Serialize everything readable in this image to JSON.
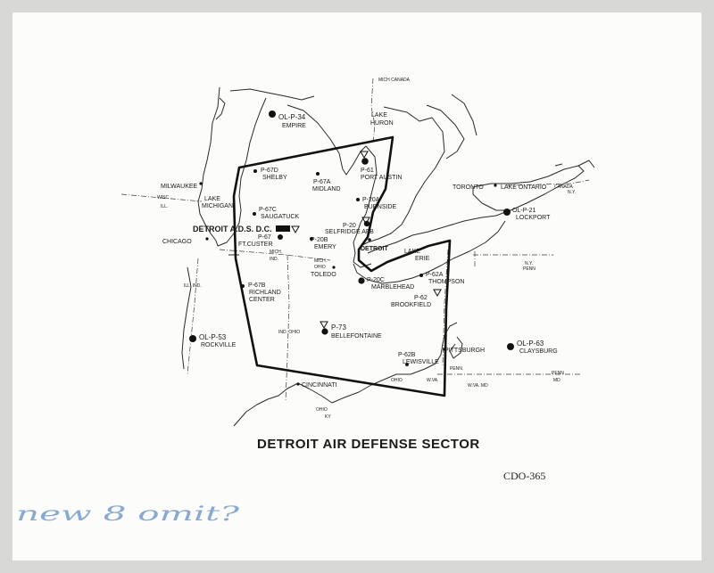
{
  "title": "DETROIT AIR DEFENSE SECTOR",
  "catalog_code": "CDO-365",
  "handwritten_note": "new 8 omit?",
  "sector_hq": "DETROIT A.D.S. D.C.",
  "sites": [
    {
      "id": "ol-p-34",
      "label": "OL-P-34",
      "sublabel": "EMPIRE"
    },
    {
      "id": "p-67d",
      "label": "P-67D",
      "sublabel": "SHELBY"
    },
    {
      "id": "p-67a",
      "label": "P-67A",
      "sublabel": "MIDLAND"
    },
    {
      "id": "p-61",
      "label": "P-61",
      "sublabel": "PORT AUSTIN"
    },
    {
      "id": "p-20a",
      "label": "P-20A",
      "sublabel": "BURNSIDE"
    },
    {
      "id": "p-67c",
      "label": "P-67C",
      "sublabel": "SAUGATUCK"
    },
    {
      "id": "p-67",
      "label": "P-67",
      "sublabel": "FT.CUSTER"
    },
    {
      "id": "p-20",
      "label": "P-20",
      "sublabel": "SELFRIDGE AFB"
    },
    {
      "id": "p-20b",
      "label": "P-20B",
      "sublabel": "EMERY"
    },
    {
      "id": "ol-p-21",
      "label": "OL-P-21",
      "sublabel": "LOCKPORT"
    },
    {
      "id": "p-67b",
      "label": "P-67B",
      "sublabel": "RICHLAND CENTER"
    },
    {
      "id": "p-20c",
      "label": "P-20C",
      "sublabel": "MARBLEHEAD"
    },
    {
      "id": "p-62a",
      "label": "P-62A",
      "sublabel": "THOMPSON"
    },
    {
      "id": "p-62",
      "label": "P-62",
      "sublabel": "BROOKFIELD"
    },
    {
      "id": "p-73",
      "label": "P-73",
      "sublabel": "BELLEFONTAINE"
    },
    {
      "id": "ol-p-53",
      "label": "OL-P-53",
      "sublabel": "ROCKVILLE"
    },
    {
      "id": "ol-p-63",
      "label": "OL-P-63",
      "sublabel": "CLAYSBURG"
    },
    {
      "id": "p-62b",
      "label": "P-62B",
      "sublabel": "LEWISVILLE"
    }
  ],
  "places": {
    "milwaukee": "MILWAUKEE",
    "chicago": "CHICAGO",
    "lake_michigan_1": "LAKE",
    "lake_michigan_2": "MICHIGAN",
    "lake_huron_1": "LAKE",
    "lake_huron_2": "HURON",
    "detroit": "DETROIT",
    "toledo": "TOLEDO",
    "lake_erie_1": "LAKE",
    "lake_erie_2": "ERIE",
    "toronto": "TORONTO",
    "lake_ontario": "LAKE ONTARIO",
    "pittsburgh": "PITTSBURGH",
    "cincinnati": "CINCINNATI"
  },
  "borders": {
    "mich_canada": "MICH  CANADA",
    "wisc": "WISC",
    "ill": "ILL.",
    "mich_ind": "MICH.",
    "ind": "IND.",
    "mich_ohio": "MICH.",
    "ohio_top": "OHIO",
    "ill_ind": "ILL. IND.",
    "ind_ohio": "IND. OHIO",
    "canada": "CANADA",
    "ny": "N.Y.",
    "ny_penn_1": "N.Y.",
    "ny_penn_2": "PENN",
    "ohio_wva": "OHIO",
    "wva": "W.VA.",
    "wva_md": "W.VA.  MD",
    "penn_md_1": "PENN",
    "penn_md_2": "MD",
    "penn": "PENN.",
    "ohio_ky_1": "OHIO",
    "ohio_ky_2": "KY"
  },
  "colors": {
    "paper": "#fcfcfa",
    "mount": "#d8d8d6",
    "ink": "#1a1a1a",
    "pencil_blue": "#8aa9d0"
  }
}
